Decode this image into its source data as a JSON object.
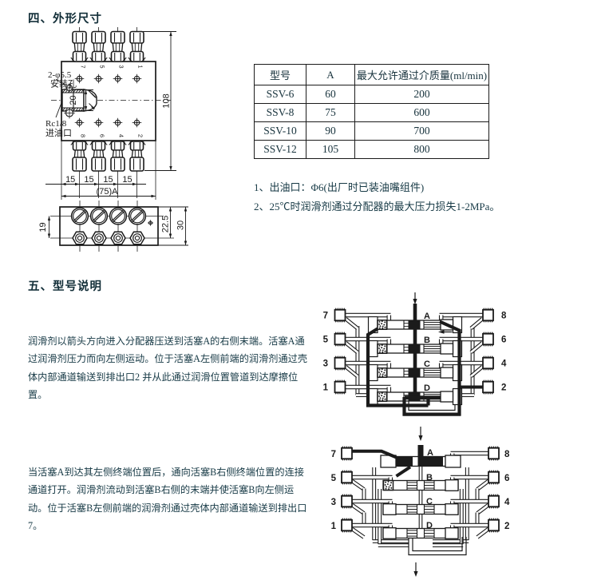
{
  "section_dimensions": {
    "heading": "四、外形尺寸",
    "drawing": {
      "mount_hole_label_line1": "2-φ5.5",
      "mount_hole_label_line2": "安装孔",
      "inlet_label_line1": "Rc1/8",
      "inlet_label_line2": "进油口",
      "dim_inner": "20",
      "dim_height": "108",
      "dim_pitch": "15",
      "dim_width": "(75)A",
      "dim_side_19": "19",
      "dim_side_22_5": "22.5",
      "dim_side_30": "30",
      "top_ports": [
        "7",
        "5",
        "3",
        "1"
      ],
      "bottom_ports": [
        "8",
        "6",
        "4",
        "2"
      ]
    },
    "table": {
      "headers": [
        "型号",
        "A",
        "最大允许通过介质量(ml/min)"
      ],
      "rows": [
        [
          "SSV-6",
          "60",
          "200"
        ],
        [
          "SSV-8",
          "75",
          "600"
        ],
        [
          "SSV-10",
          "90",
          "700"
        ],
        [
          "SSV-12",
          "105",
          "800"
        ]
      ]
    },
    "notes": [
      "1、出油口：Φ6(出厂时已装油嘴组件)",
      "2、25℃时润滑剂通过分配器的最大压力损失1-2MPa。"
    ]
  },
  "section_model": {
    "heading": "五、型号说明",
    "paragraph1": "润滑剂以箭头方向进入分配器压送到活塞A的右侧末端。活塞A通过润滑剂压力而向左侧运动。位于活塞A左侧前端的润滑剂通过壳体内部通道输送到排出口2 并从此通过润滑位置管道到达摩擦位置。",
    "paragraph2": "当活塞A到达其左侧终端位置后，通向活塞B右侧终端位置的连接通道打开。润滑剂流动到活塞B右侧的末端并使活塞B向左侧运动。位于活塞B左侧前端的润滑剂通过壳体内部通道输送到排出口7。",
    "diagram1": {
      "piston_labels": [
        "A",
        "B",
        "C",
        "D"
      ],
      "left_ports": [
        "7",
        "5",
        "3",
        "1"
      ],
      "right_ports": [
        "8",
        "6",
        "4",
        "2"
      ]
    },
    "diagram2": {
      "piston_labels": [
        "A",
        "B",
        "C",
        "D"
      ],
      "left_ports": [
        "7",
        "5",
        "3",
        "1"
      ],
      "right_ports": [
        "8",
        "6",
        "4",
        "2"
      ]
    }
  }
}
